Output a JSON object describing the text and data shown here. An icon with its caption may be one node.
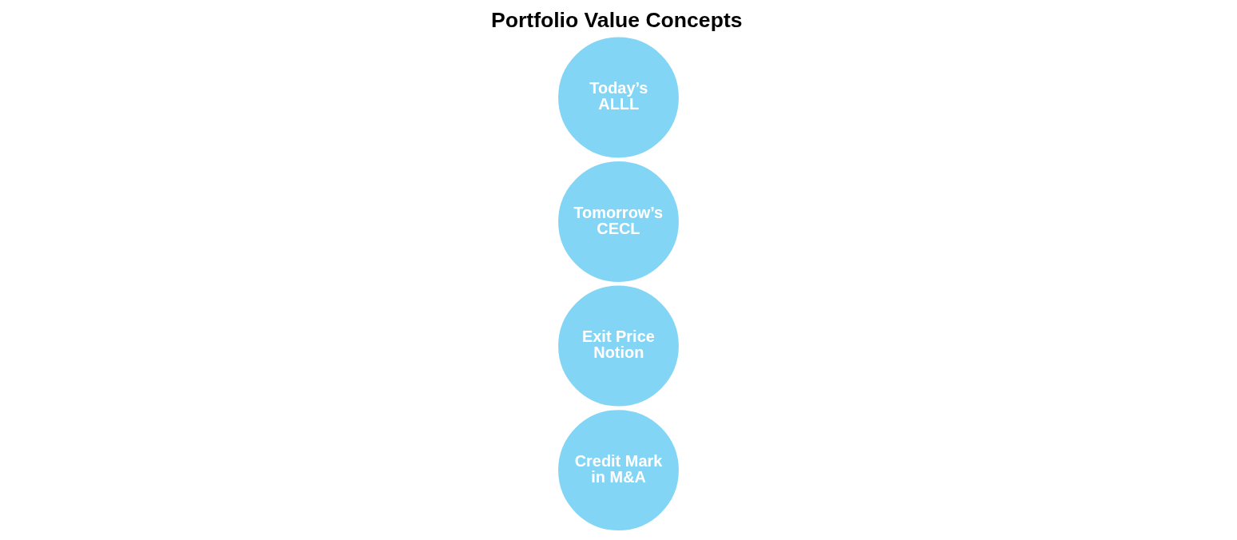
{
  "diagram": {
    "title": "Portfolio Value Concepts",
    "nodes": [
      {
        "text": [
          "Today’s ALLL"
        ]
      },
      {
        "text": [
          "Tomorrow’s CECL"
        ]
      },
      {
        "text": [
          "Exit Price Notion"
        ]
      },
      {
        "text": [
          "Credit Mark in M&A"
        ]
      }
    ]
  }
}
